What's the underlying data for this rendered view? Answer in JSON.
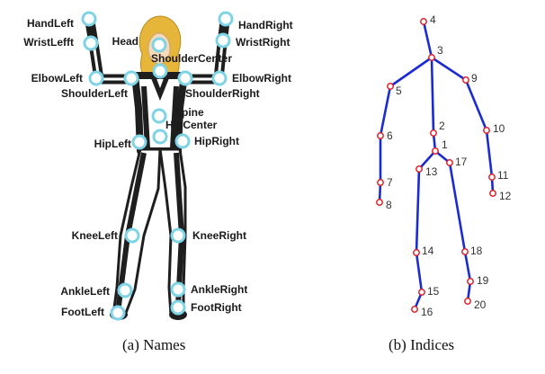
{
  "panel_a": {
    "caption": "(a) Names",
    "labels": {
      "hand_left": "HandLeft",
      "wrist_left": "WristLefft",
      "head": "Head",
      "hand_right": "HandRight",
      "wrist_right": "WristRight",
      "shoulder_center": "ShoulderCenter",
      "elbow_left": "ElbowLeft",
      "elbow_right": "ElbowRight",
      "shoulder_left": "ShoulderLeft",
      "shoulder_right": "ShoulderRight",
      "spine": "Spine",
      "hip_center": "HipCenter",
      "hip_left": "HipLeft",
      "hip_right": "HipRight",
      "knee_left": "KneeLeft",
      "knee_right": "KneeRight",
      "ankle_left": "AnkleLeft",
      "ankle_right": "AnkleRight",
      "foot_left": "FootLeft",
      "foot_right": "FootRight"
    }
  },
  "panel_b": {
    "caption": "(b) Indices",
    "joint_indices": [
      "1",
      "2",
      "3",
      "4",
      "5",
      "6",
      "7",
      "8",
      "9",
      "10",
      "11",
      "12",
      "13",
      "14",
      "15",
      "16",
      "17",
      "18",
      "19",
      "20"
    ]
  },
  "colors": {
    "bone": "#1a2bd1",
    "joint": "#e0202a",
    "marker": "#7fd3e6",
    "hair": "#e6b63a",
    "suit": "#1e1e1e"
  }
}
